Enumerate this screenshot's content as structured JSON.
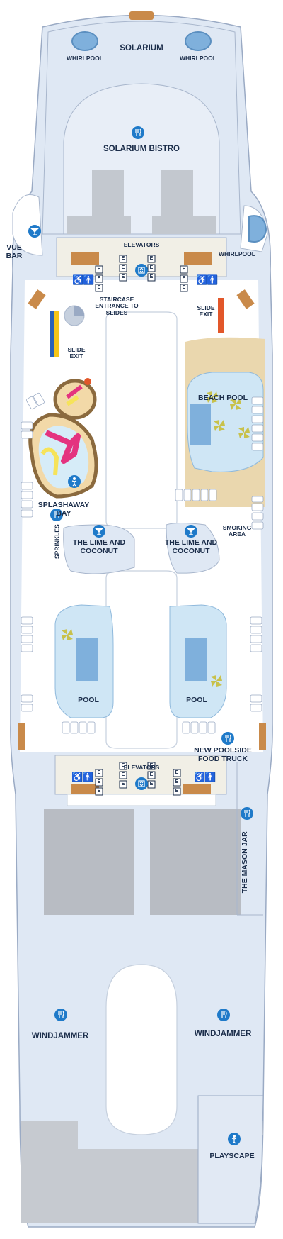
{
  "deck": {
    "labels": {
      "solarium": "SOLARIUM",
      "whirlpool_left": "WHIRLPOOL",
      "whirlpool_right": "WHIRLPOOL",
      "solarium_bistro": "SOLARIUM BISTRO",
      "vue_bar": "VUE\nBAR",
      "elevators_fwd": "ELEVATORS",
      "whirlpool_mid": "WHIRLPOOL",
      "staircase": "STAIRCASE\nENTRANCE TO\nSLIDES",
      "slide_exit_left": "SLIDE\nEXIT",
      "slide_exit_right": "SLIDE\nEXIT",
      "beach_pool": "BEACH POOL",
      "splashaway_bay": "SPLASHAWAY\nBAY",
      "sprinkles": "SPRINKLES",
      "lime_left": "THE LIME AND\nCOCONUT",
      "lime_right": "THE LIME AND\nCOCONUT",
      "smoking_area": "SMOKING\nAREA",
      "pool_left": "POOL",
      "pool_right": "POOL",
      "food_truck": "NEW POOLSIDE\nFOOD TRUCK",
      "elevators_aft": "ELEVATORS",
      "mason_jar": "THE MASON JAR",
      "windjammer_left": "WINDJAMMER",
      "windjammer_right": "WINDJAMMER",
      "playscape": "PLAYSCAPE"
    },
    "elevator_letter": "E",
    "icons": {
      "dining": "fork-knife-icon",
      "bar": "cocktail-icon",
      "kids": "child-icon",
      "elevator": "elevator-icon",
      "restroom": "restroom-icon",
      "accessible": "wheelchair-icon"
    },
    "colors": {
      "deck_fill": "#dfe8f4",
      "deck_stroke": "#9aaac4",
      "open_deck": "#ffffff",
      "pool_water": "#cfe6f5",
      "pool_inner": "#7fb0dc",
      "sand": "#ead7ae",
      "wood": "#c98a4a",
      "gray_block": "#b8bcc3",
      "icon_blue": "#1f7ac9",
      "text": "#1b2d4a",
      "slide_blue": "#2a62b8",
      "slide_yellow": "#f5c518",
      "slide_orange": "#e2572a",
      "splash_pink": "#e4337f",
      "splash_yellow": "#f6e35a",
      "splash_brown": "#8b6a3e"
    }
  }
}
